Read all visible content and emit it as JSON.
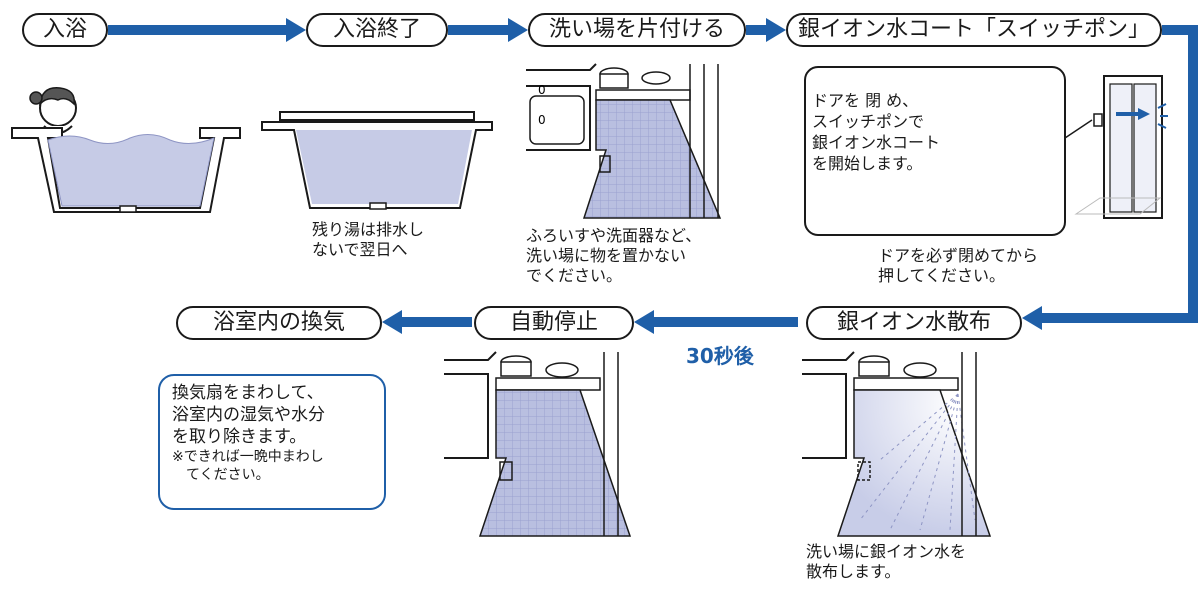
{
  "colors": {
    "arrow": "#1f5fa8",
    "water": "#c6cbe6",
    "floor": "#b9bfe0",
    "line": "#1a1a1a"
  },
  "steps": {
    "bath": "入浴",
    "bath_end": "入浴終了",
    "tidy": "洗い場を片付ける",
    "coat": "銀イオン水コート「スイッチポン」",
    "spray": "銀イオン水散布",
    "stop": "自動停止",
    "vent": "浴室内の換気"
  },
  "captions": {
    "leftover": [
      "残り湯は排水し",
      "ないで翌日へ"
    ],
    "tidy": [
      "ふろいすや洗面器など、",
      "洗い場に物を置かない",
      "でください。"
    ],
    "door_box": [
      "ドアを 閉 め、",
      "スイッチポンで",
      "銀イオン水コート",
      "を開始します。"
    ],
    "door_note": [
      "ドアを必ず閉めてから",
      "押してください。"
    ],
    "spray": [
      "洗い場に銀イオン水を",
      "散布します。"
    ],
    "vent_box": [
      "換気扇をまわして、",
      "浴室内の湿気や水分",
      "を取り除きます。"
    ],
    "vent_note": [
      "※できれば一晩中まわし",
      "てください。"
    ]
  },
  "delay_label": "30秒後"
}
